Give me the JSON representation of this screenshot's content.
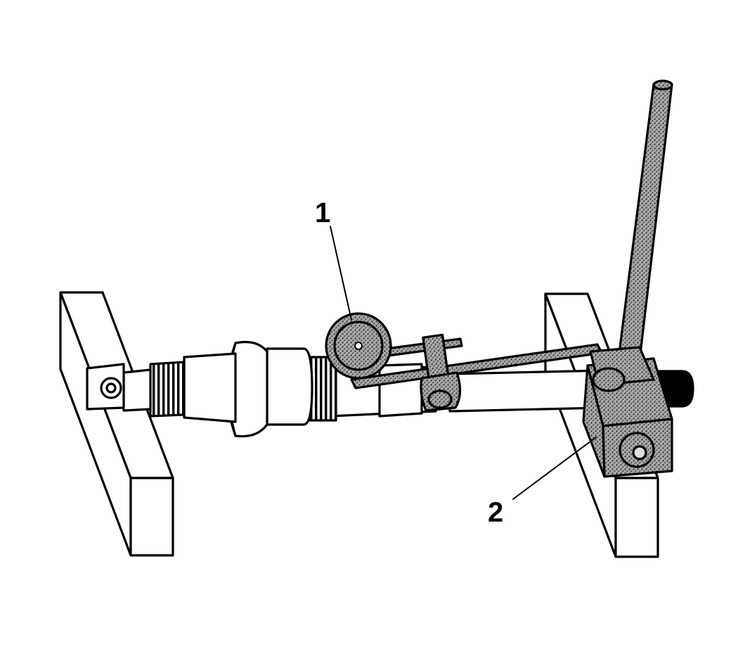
{
  "callouts": {
    "c1": "1",
    "c2": "2"
  },
  "parts": {
    "dial_indicator": "dial-indicator",
    "fixture_block": "fixture-block",
    "shaft_assembly": "shaft-assembly",
    "left_stand": "left-support-block",
    "right_stand": "right-support-block",
    "handle_bar": "handle-bar"
  },
  "colors": {
    "line": "#000000",
    "fill": "#ffffff",
    "speckle_base": "#a9a9a9",
    "speckle_dot": "#000000"
  }
}
